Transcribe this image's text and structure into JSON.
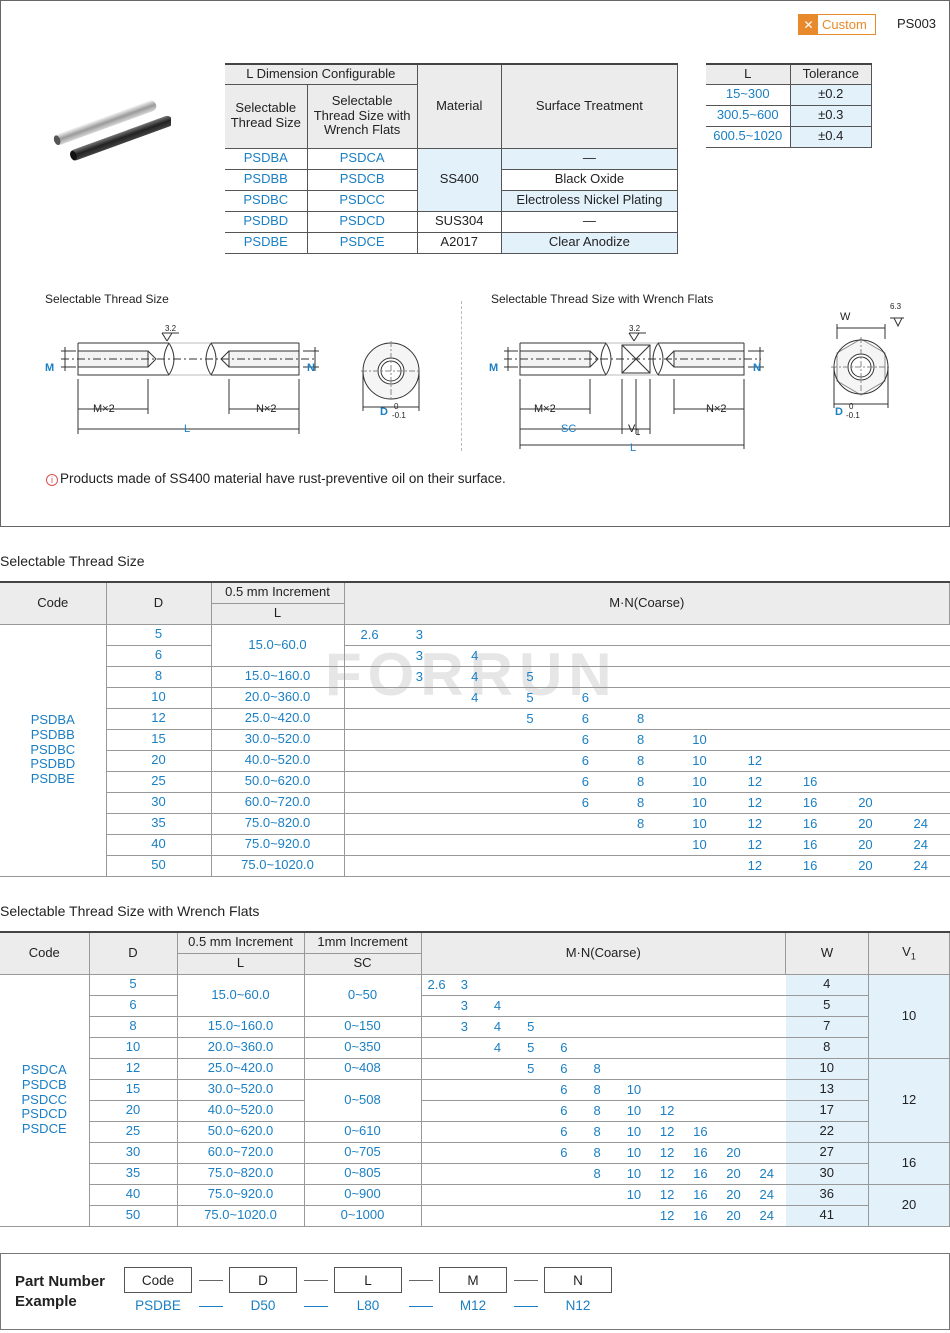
{
  "header": {
    "badge": "Custom",
    "code": "PS003"
  },
  "config_table": {
    "h_l_dim": "L Dimension Configurable",
    "h_sel": "Selectable Thread Size",
    "h_sel_w": "Selectable Thread Size with Wrench Flats",
    "h_material": "Material",
    "h_surface": "Surface Treatment",
    "rows": [
      {
        "a": "PSDBA",
        "b": "PSDCA",
        "s": "—"
      },
      {
        "a": "PSDBB",
        "b": "PSDCB",
        "s": "Black Oxide"
      },
      {
        "a": "PSDBC",
        "b": "PSDCC",
        "s": "Electroless Nickel Plating"
      },
      {
        "a": "PSDBD",
        "b": "PSDCD",
        "s": "—"
      },
      {
        "a": "PSDBE",
        "b": "PSDCE",
        "s": "Clear Anodize"
      }
    ],
    "mat_ss400": "SS400",
    "mat_sus304": "SUS304",
    "mat_a2017": "A2017"
  },
  "tolerance": {
    "h_l": "L",
    "h_tol": "Tolerance",
    "rows": [
      {
        "l": "15~300",
        "t": "±0.2"
      },
      {
        "l": "300.5~600",
        "t": "±0.3"
      },
      {
        "l": "600.5~1020",
        "t": "±0.4"
      }
    ]
  },
  "drawing": {
    "title_left": "Selectable Thread Size",
    "title_right": "Selectable Thread Size with Wrench Flats",
    "m": "M",
    "n": "N",
    "m2": "M×2",
    "n2": "N×2",
    "l": "L",
    "sc": "SC",
    "v1": "V1",
    "w": "W",
    "d": "D",
    "tol_top": "0",
    "tol_bot": "-0.1",
    "rough1": "3.2",
    "rough2": "6.3"
  },
  "note": "Products made of SS400 material have rust-preventive oil on their surface.",
  "table1": {
    "title": "Selectable Thread Size",
    "h_code": "Code",
    "h_d": "D",
    "h_inc": "0.5 mm Increment",
    "h_l": "L",
    "h_mn": "M·N(Coarse)",
    "codes": [
      "PSDBA",
      "PSDBB",
      "PSDBC",
      "PSDBD",
      "PSDBE"
    ],
    "mn_columns": [
      "2.6",
      "3",
      "4",
      "5",
      "6",
      "8",
      "10",
      "12",
      "16",
      "20",
      "24"
    ],
    "rows": [
      {
        "d": "5",
        "l": "15.0~60.0",
        "mn": [
          "2.6",
          "3"
        ]
      },
      {
        "d": "6",
        "l": "",
        "mn": [
          "3",
          "4"
        ]
      },
      {
        "d": "8",
        "l": "15.0~160.0",
        "mn": [
          "3",
          "4",
          "5"
        ]
      },
      {
        "d": "10",
        "l": "20.0~360.0",
        "mn": [
          "4",
          "5",
          "6"
        ]
      },
      {
        "d": "12",
        "l": "25.0~420.0",
        "mn": [
          "5",
          "6",
          "8"
        ]
      },
      {
        "d": "15",
        "l": "30.0~520.0",
        "mn": [
          "6",
          "8",
          "10"
        ]
      },
      {
        "d": "20",
        "l": "40.0~520.0",
        "mn": [
          "6",
          "8",
          "10",
          "12"
        ]
      },
      {
        "d": "25",
        "l": "50.0~620.0",
        "mn": [
          "6",
          "8",
          "10",
          "12",
          "16"
        ]
      },
      {
        "d": "30",
        "l": "60.0~720.0",
        "mn": [
          "6",
          "8",
          "10",
          "12",
          "16",
          "20"
        ]
      },
      {
        "d": "35",
        "l": "75.0~820.0",
        "mn": [
          "8",
          "10",
          "12",
          "16",
          "20",
          "24"
        ]
      },
      {
        "d": "40",
        "l": "75.0~920.0",
        "mn": [
          "10",
          "12",
          "16",
          "20",
          "24"
        ]
      },
      {
        "d": "50",
        "l": "75.0~1020.0",
        "mn": [
          "12",
          "16",
          "20",
          "24"
        ]
      }
    ]
  },
  "table2": {
    "title": "Selectable Thread Size with Wrench Flats",
    "h_code": "Code",
    "h_d": "D",
    "h_inc": "0.5 mm Increment",
    "h_inc2": "1mm Increment",
    "h_l": "L",
    "h_sc": "SC",
    "h_mn": "M·N(Coarse)",
    "h_w": "W",
    "h_v": "V1",
    "codes": [
      "PSDCA",
      "PSDCB",
      "PSDCC",
      "PSDCD",
      "PSDCE"
    ],
    "mn_columns": [
      "2.6",
      "3",
      "4",
      "5",
      "6",
      "8",
      "10",
      "12",
      "16",
      "20",
      "24"
    ],
    "rows": [
      {
        "d": "5",
        "l": "15.0~60.0",
        "sc": "0~50",
        "mn": [
          "2.6",
          "3"
        ],
        "w": "4"
      },
      {
        "d": "6",
        "l": "",
        "sc": "",
        "mn": [
          "3",
          "4"
        ],
        "w": "5"
      },
      {
        "d": "8",
        "l": "15.0~160.0",
        "sc": "0~150",
        "mn": [
          "3",
          "4",
          "5"
        ],
        "w": "7"
      },
      {
        "d": "10",
        "l": "20.0~360.0",
        "sc": "0~350",
        "mn": [
          "4",
          "5",
          "6"
        ],
        "w": "8"
      },
      {
        "d": "12",
        "l": "25.0~420.0",
        "sc": "0~408",
        "mn": [
          "5",
          "6",
          "8"
        ],
        "w": "10"
      },
      {
        "d": "15",
        "l": "30.0~520.0",
        "sc": "0~508",
        "mn": [
          "6",
          "8",
          "10"
        ],
        "w": "13"
      },
      {
        "d": "20",
        "l": "40.0~520.0",
        "sc": "",
        "mn": [
          "6",
          "8",
          "10",
          "12"
        ],
        "w": "17"
      },
      {
        "d": "25",
        "l": "50.0~620.0",
        "sc": "0~610",
        "mn": [
          "6",
          "8",
          "10",
          "12",
          "16"
        ],
        "w": "22"
      },
      {
        "d": "30",
        "l": "60.0~720.0",
        "sc": "0~705",
        "mn": [
          "6",
          "8",
          "10",
          "12",
          "16",
          "20"
        ],
        "w": "27"
      },
      {
        "d": "35",
        "l": "75.0~820.0",
        "sc": "0~805",
        "mn": [
          "8",
          "10",
          "12",
          "16",
          "20",
          "24"
        ],
        "w": "30"
      },
      {
        "d": "40",
        "l": "75.0~920.0",
        "sc": "0~900",
        "mn": [
          "10",
          "12",
          "16",
          "20",
          "24"
        ],
        "w": "36"
      },
      {
        "d": "50",
        "l": "75.0~1020.0",
        "sc": "0~1000",
        "mn": [
          "12",
          "16",
          "20",
          "24"
        ],
        "w": "41"
      }
    ],
    "v_groups": [
      "10",
      "12",
      "16",
      "20"
    ]
  },
  "part_number": {
    "label_line1": "Part Number",
    "label_line2": "Example",
    "fields": [
      "Code",
      "D",
      "L",
      "M",
      "N"
    ],
    "example": [
      "PSDBE",
      "D50",
      "L80",
      "M12",
      "N12"
    ]
  },
  "watermark": "FORRUN"
}
